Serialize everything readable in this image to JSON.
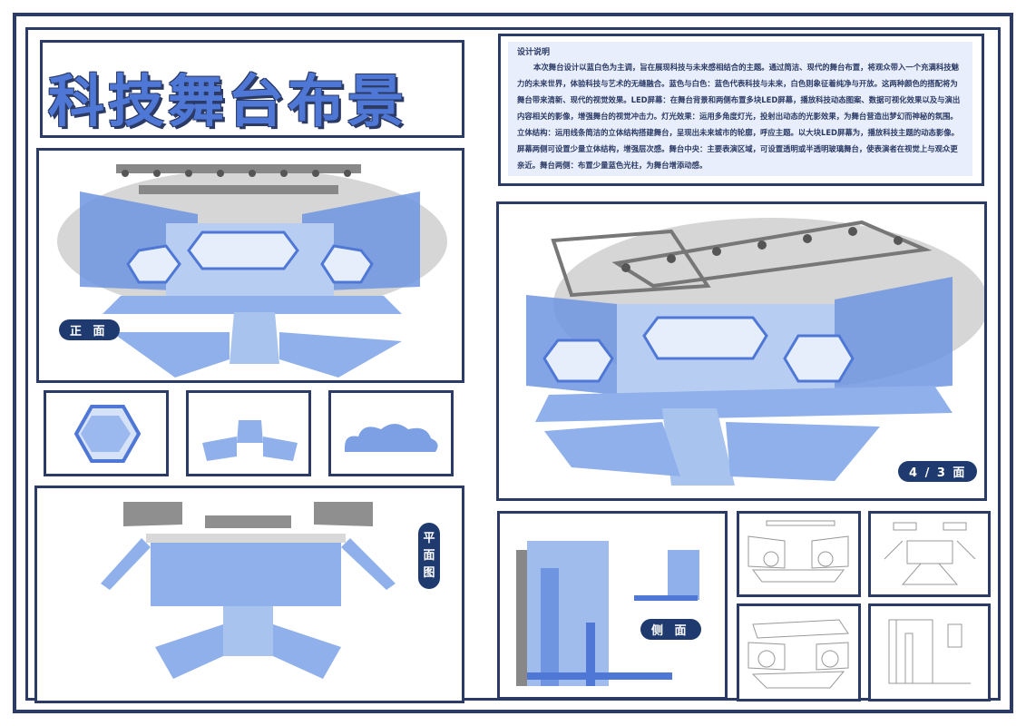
{
  "title": "科技舞台布景",
  "description": {
    "heading": "设计说明",
    "body": "本次舞台设计以蓝白色为主调，旨在展现科技与未来感相结合的主题。通过简洁、现代的舞台布置，将观众带入一个充满科技魅力的未来世界，体验科技与艺术的无缝融合。蓝色与白色：蓝色代表科技与未来，白色则象征着纯净与开放。这两种颜色的搭配将为舞台带来清新、现代的视觉效果。LED屏幕：在舞台背景和两侧布置多块LED屏幕，播放科技动态图案、数据可视化效果以及与演出内容相关的影像，增强舞台的视觉冲击力。灯光效果：运用多角度灯光，投射出动态的光影效果，为舞台营造出梦幻而神秘的氛围。立体结构：运用线条简洁的立体结构搭建舞台，呈现出未来城市的轮廓，呼应主题。以大块LED屏幕为，播放科技主题的动态影像。屏幕两侧可设置少量立体结构，增强层次感。舞台中央：主要表演区域，可设置透明或半透明玻璃舞台，使表演者在视觉上与观众更亲近。舞台两侧：布置少量蓝色光柱，为舞台增添动感。"
  },
  "labels": {
    "front": "正 面",
    "three_quarter": "4 / 3 面",
    "plan": "平面图",
    "side": "侧 面"
  },
  "colors": {
    "navy": "#2c3b66",
    "blue": "#4f78d6",
    "light_blue": "#a9c3ef",
    "gray": "#c9c9c9"
  }
}
